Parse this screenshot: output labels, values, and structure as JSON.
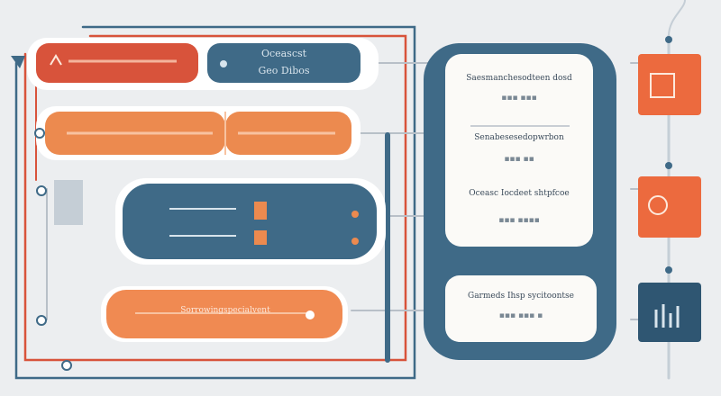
{
  "colors": {
    "background": "#eceef0",
    "navy": "#3f6a87",
    "navy_dark": "#2f5672",
    "red_orange": "#d8533b",
    "orange": "#ec8a4f",
    "light_orange": "#f08a52",
    "card_white": "#fbfaf7",
    "line_gray": "#b8c0c8"
  },
  "pipes": {
    "navy_pill_top": {
      "line1": "Oceascst",
      "line2": "Geo Dibos"
    },
    "orange_pill_bottom": {
      "label": "Sorrowingspecialvent"
    }
  },
  "cards": {
    "card1": {
      "title": "Saesmanchesodteen dosd",
      "value": "▪▪▪ ▪▪▪"
    },
    "card2": {
      "title": "Senabesesedopwrbon",
      "value": "▪▪▪ ▪▪"
    },
    "card3": {
      "title": "Oceasc Iocdeet shtpfcoe",
      "value": "▪▪▪ ▪▪▪▪"
    },
    "card4": {
      "title": "Garmeds Ihsp sycitoontse",
      "value": "▪▪▪ ▪▪▪ ▪"
    }
  },
  "side_tiles": {
    "tile1": {
      "icon": "document-icon"
    },
    "tile2": {
      "icon": "settings-icon"
    },
    "tile3": {
      "icon": "chart-icon"
    }
  }
}
